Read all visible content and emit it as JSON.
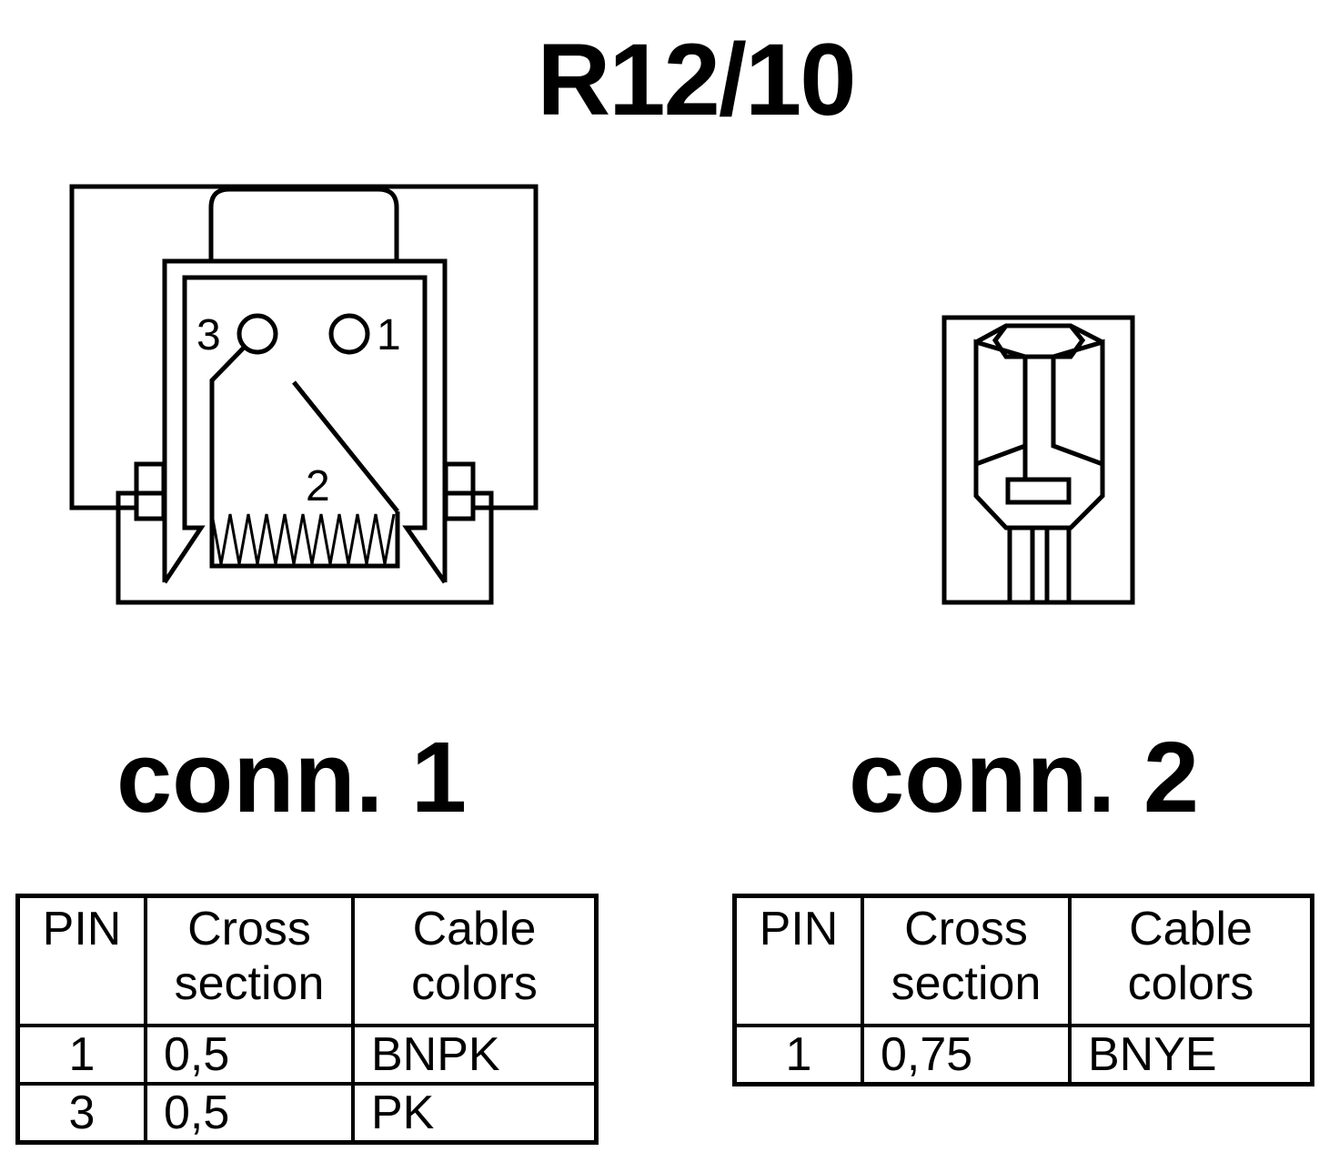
{
  "title": "R12/10",
  "connectors": [
    {
      "label": "conn. 1",
      "pin_labels": [
        "3",
        "1",
        "2"
      ],
      "table": {
        "headers": {
          "pin": "PIN",
          "cross": [
            "Cross",
            "section"
          ],
          "color": [
            "Cable",
            "colors"
          ]
        },
        "rows": [
          {
            "pin": "1",
            "cross": "0,5",
            "color": "BNPK"
          },
          {
            "pin": "3",
            "cross": "0,5",
            "color": "PK"
          }
        ]
      }
    },
    {
      "label": "conn. 2",
      "table": {
        "headers": {
          "pin": "PIN",
          "cross": [
            "Cross",
            "section"
          ],
          "color": [
            "Cable",
            "colors"
          ]
        },
        "rows": [
          {
            "pin": "1",
            "cross": "0,75",
            "color": "BNYE"
          }
        ]
      }
    }
  ]
}
